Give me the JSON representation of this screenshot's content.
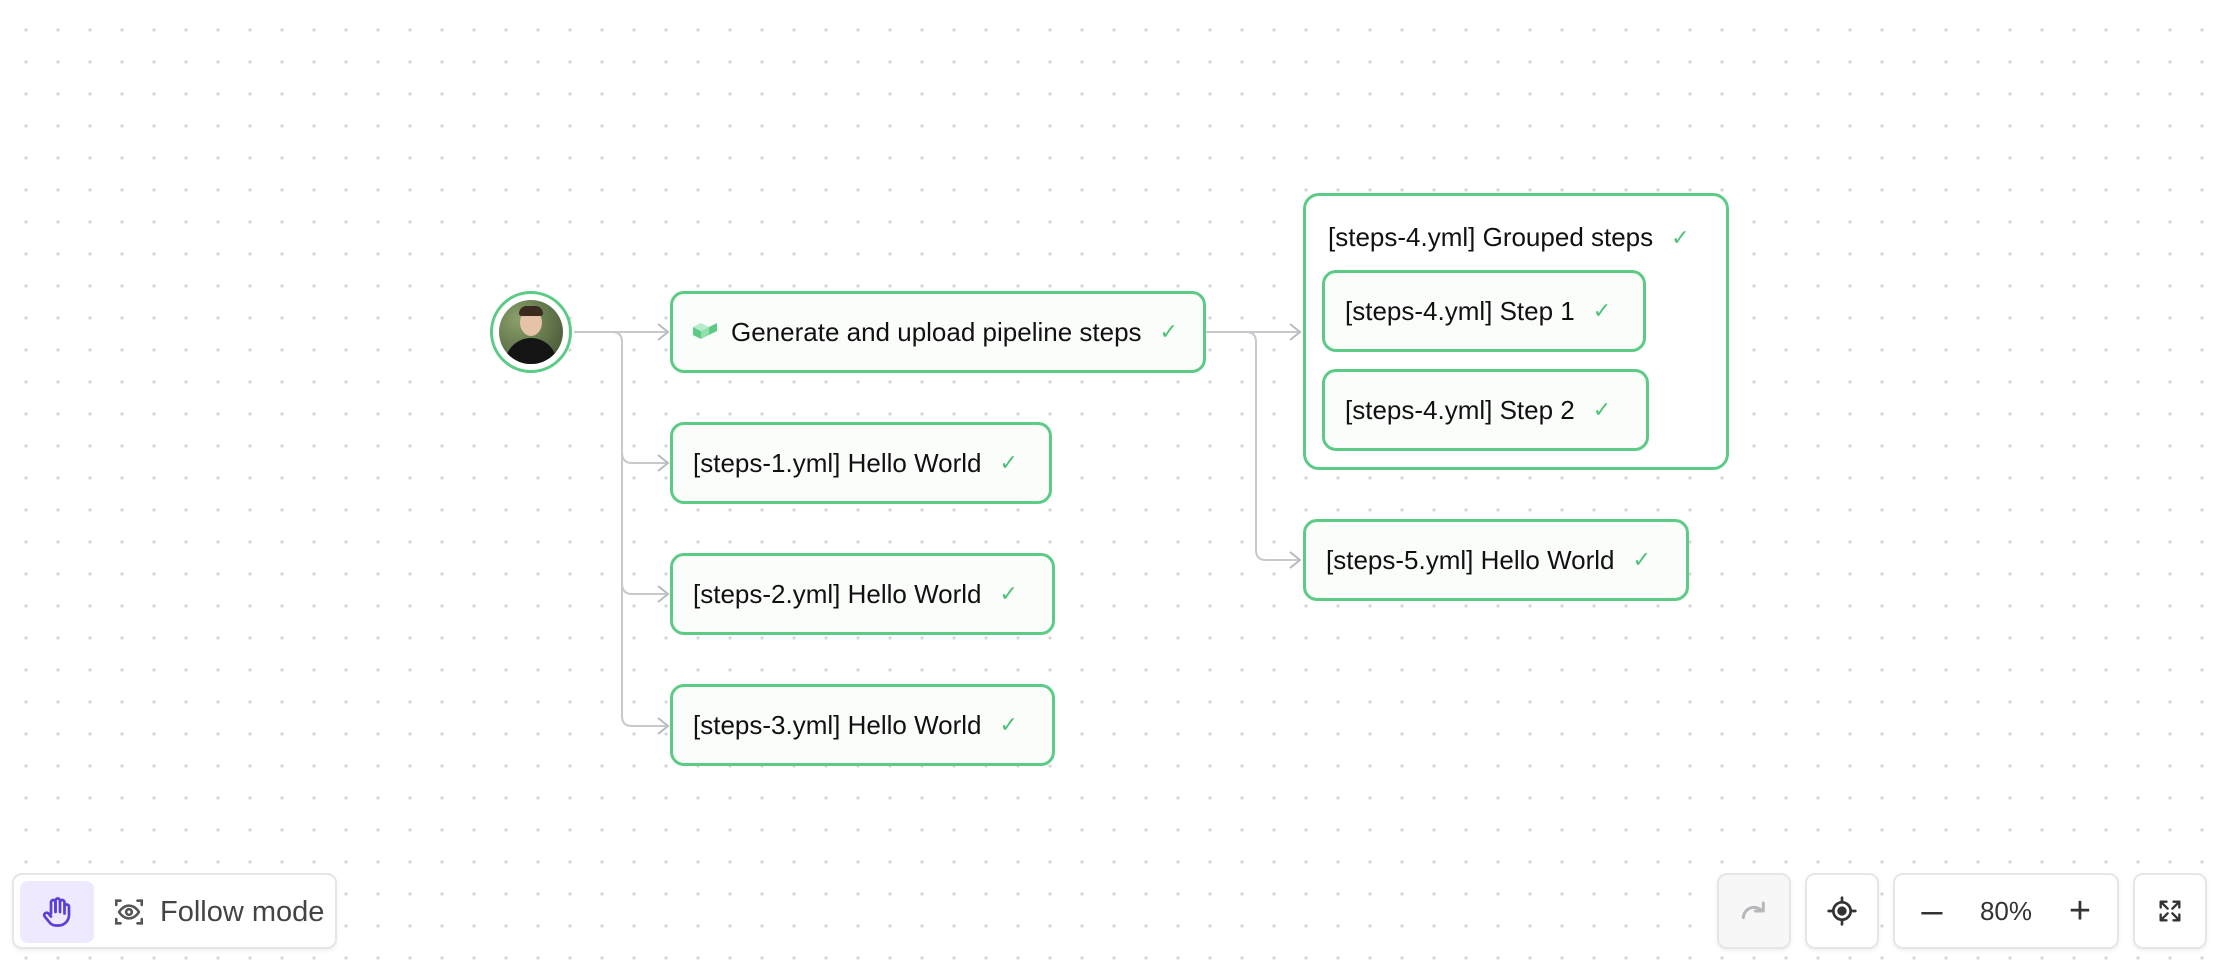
{
  "pipeline": {
    "first_step": {
      "label": "Generate and upload pipeline steps"
    },
    "steps": [
      {
        "label": "[steps-1.yml] Hello World"
      },
      {
        "label": "[steps-2.yml] Hello World"
      },
      {
        "label": "[steps-3.yml] Hello World"
      }
    ],
    "group": {
      "title": "[steps-4.yml] Grouped steps",
      "steps": [
        {
          "label": "[steps-4.yml] Step 1"
        },
        {
          "label": "[steps-4.yml] Step 2"
        }
      ]
    },
    "step_5": {
      "label": "[steps-5.yml] Hello World"
    },
    "status_icon": "check-icon",
    "status_color": "#5ccb86"
  },
  "toolbar": {
    "hand_icon": "hand-icon",
    "follow_mode_label": "Follow mode",
    "accent_color": "#5b3fd6"
  },
  "controls": {
    "redo_icon": "redo-icon",
    "locate_icon": "crosshair-icon",
    "zoom_out_label": "–",
    "zoom_level": "80%",
    "zoom_in_label": "+",
    "fullscreen_icon": "fullscreen-icon"
  }
}
